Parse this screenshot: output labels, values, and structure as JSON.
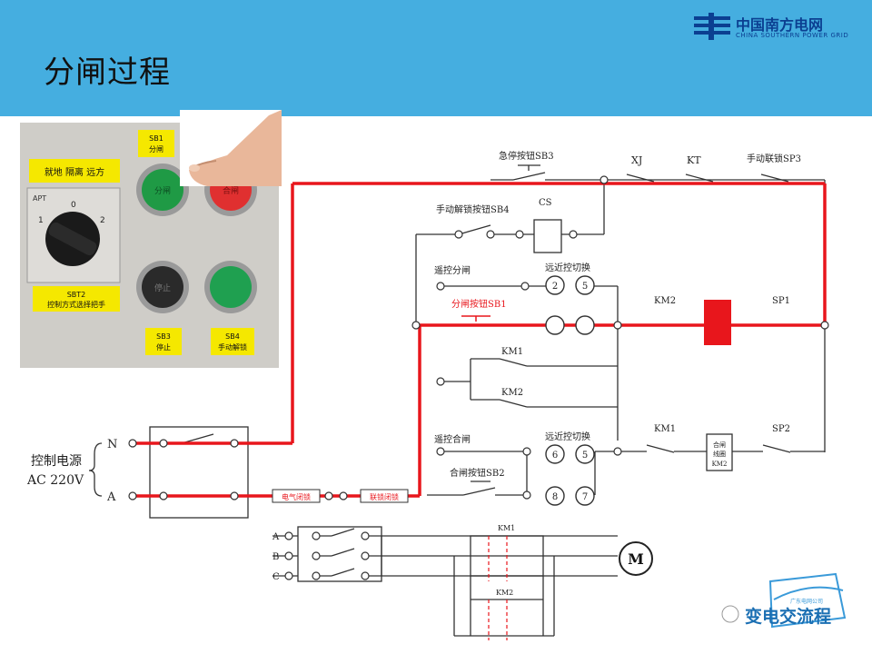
{
  "slide": {
    "title": "分闸过程",
    "logo": {
      "cn": "中国南方电网",
      "en": "CHINA SOUTHERN POWER GRID"
    }
  },
  "panel": {
    "labels": {
      "sb1": "SB1\n分闸",
      "mode": "就地 隔离 远方",
      "apt": "APT",
      "pos0": "0",
      "pos1": "1",
      "pos2": "2",
      "sbt2": "SBT2\n控制方式选择把手",
      "sb3": "SB3\n停止",
      "sb4": "SB4\n手动解锁",
      "btn_open": "分闸",
      "btn_close": "合闸",
      "btn_stop": "停止"
    }
  },
  "diagram": {
    "labels": {
      "sb3": "急停按钮SB3",
      "xj": "XJ",
      "kt": "KT",
      "sp3": "手动联锁SP3",
      "sb4": "手动解锁按钮SB4",
      "cs": "CS",
      "remote_open": "遥控分闸",
      "switch_top": "远近控切换",
      "sb1": "分闸按钮SB1",
      "km2_top": "KM2",
      "sp1": "SP1",
      "km1_mid": "KM1",
      "km2_mid": "KM2",
      "remote_close": "遥控合闸",
      "switch_bot": "远近控切换",
      "sb2": "合闸按钮SB2",
      "km1_bot": "KM1",
      "sp2": "SP2",
      "box1": "合闸",
      "box2": "线圈",
      "box3": "KM2",
      "n": "N",
      "a": "A",
      "power": "控制电源",
      "ac": "AC 220V",
      "c2": "2",
      "c5top": "5",
      "c6": "6",
      "c5": "5",
      "c8": "8",
      "c7": "7",
      "pa": "A",
      "pb": "B",
      "pc": "C",
      "m_km1": "KM1",
      "m_km2": "KM2",
      "motor": "M",
      "fuse1": "电气闭锁",
      "fuse2": "联锁闭锁"
    }
  },
  "watermark": {
    "text": "变电交流程",
    "logo_text": "广东电网公司"
  },
  "colors": {
    "header": "#45aee0",
    "active_path": "#e8161c",
    "wire": "#333333",
    "logo": "#0b3f91"
  }
}
